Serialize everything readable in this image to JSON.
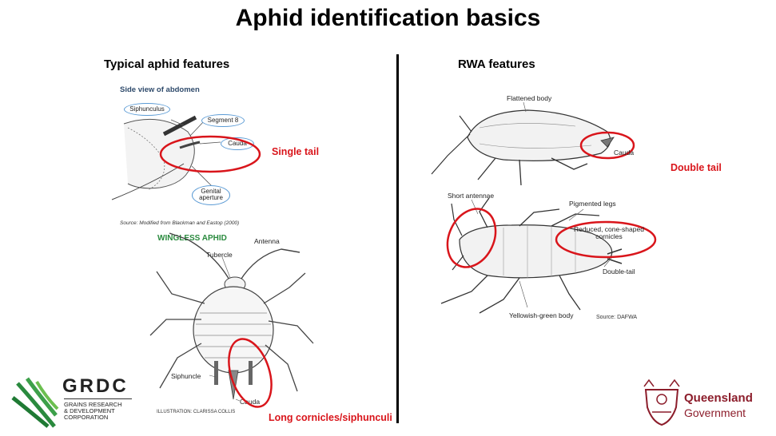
{
  "title": "Aphid identification basics",
  "left": {
    "heading": "Typical aphid features",
    "side_view": {
      "title": "Side view of abdomen",
      "labels": [
        "Siphunculus",
        "Segment 8",
        "Cauda",
        "Genital aperture"
      ],
      "source": "Source: Modified from Blackman and Eastop (2000)"
    },
    "annotation_single_tail": "Single tail",
    "wingless": {
      "title": "WINGLESS APHID",
      "antenna": "Antenna",
      "tubercle": "Tubercle",
      "siphuncle": "Siphuncle",
      "cauda": "Cauda",
      "illustration": "ILLUSTRATION: CLARISSA COLLIS"
    },
    "annotation_cornicles": "Long cornicles/siphunculi"
  },
  "right": {
    "heading": "RWA features",
    "labels": {
      "flattened_body": "Flattened body",
      "cauda": "Cauda",
      "short_antennae": "Short antennae",
      "pigmented_legs": "Pigmented legs",
      "cornicles": "Reduced, cone-shaped cornicles",
      "double_tail": "Double-tail",
      "body": "Yellowish-green body"
    },
    "source": "Source: DAFWA",
    "annotation_double_tail": "Double tail"
  },
  "logos": {
    "grdc": {
      "name": "GRDC",
      "line1": "GRAINS RESEARCH",
      "line2": "& DEVELOPMENT",
      "line3": "CORPORATION"
    },
    "qld": {
      "line1": "Queensland",
      "line2": "Government"
    }
  },
  "colors": {
    "annotation_red": "#d9151b",
    "bubble_blue": "#5b9bd5",
    "grdc_green": "#2a8a3e",
    "qld_maroon": "#8c1d2b"
  }
}
